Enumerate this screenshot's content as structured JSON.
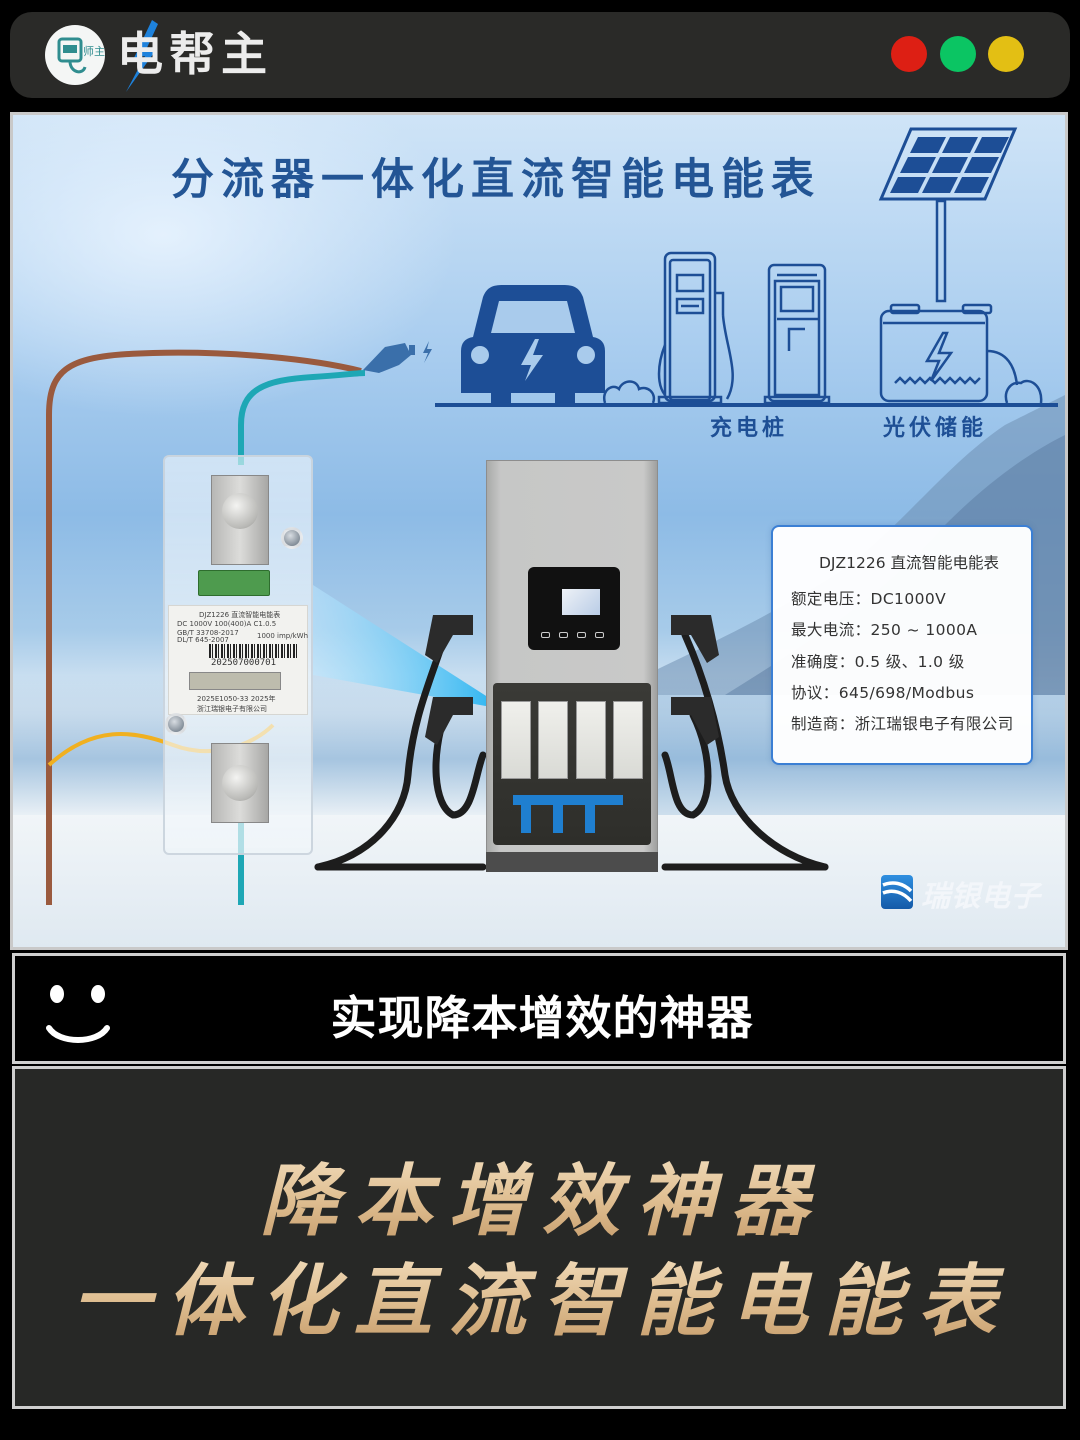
{
  "titlebar": {
    "brand_name": "电帮主",
    "logo_badge_text": "师主",
    "window_controls": [
      {
        "name": "close",
        "color": "#dd1f14"
      },
      {
        "name": "maximize",
        "color": "#0bc563"
      },
      {
        "name": "minimize",
        "color": "#e3bf14"
      }
    ]
  },
  "panel": {
    "title": "分流器一体化直流智能电能表",
    "scene_labels": {
      "charger": "充电桩",
      "pv_storage": "光伏储能"
    },
    "meter": {
      "model_line": "DJZ1226 直流智能电能表",
      "rating_line": "DC 1000V   100(400)A   C1.0.5",
      "standard_line_1": "GB/T 33708-2017",
      "standard_line_2": "DL/T 645-2007",
      "pulse_constant": "1000 imp/kWh",
      "serial": "202507000701",
      "cert_line": "2025E1050-33   2025年",
      "maker_line": "浙江瑞银电子有限公司"
    },
    "spec_card": {
      "title": "DJZ1226 直流智能电能表",
      "rows": [
        {
          "label": "额定电压",
          "value": "DC1000V"
        },
        {
          "label": "最大电流",
          "value": "250 ~ 1000A"
        },
        {
          "label": "准确度",
          "value": "0.5 级、1.0 级"
        },
        {
          "label": "协议",
          "value": "645/698/Modbus"
        },
        {
          "label": "制造商",
          "value": "浙江瑞银电子有限公司"
        }
      ],
      "rows_text": [
        "额定电压：DC1000V",
        "最大电流：250 ~ 1000A",
        "准确度：0.5 级、1.0 级",
        "协议：645/698/Modbus",
        "制造商：浙江瑞银电子有限公司"
      ]
    },
    "brand_watermark": "瑞银电子",
    "colors": {
      "title_blue": "#235595",
      "icon_blue": "#1d4e96",
      "wire_brown": "#9a5a3e",
      "wire_teal": "#1ea7b5",
      "wire_yellow": "#f0b020",
      "callout_cyan": "#22b8f0"
    }
  },
  "caption": {
    "text": "实现降本增效的神器",
    "icon": "smiley-icon"
  },
  "headline": {
    "line1": "降本增效神器",
    "line2": "一体化直流智能电能表",
    "color": "#e3c497"
  }
}
